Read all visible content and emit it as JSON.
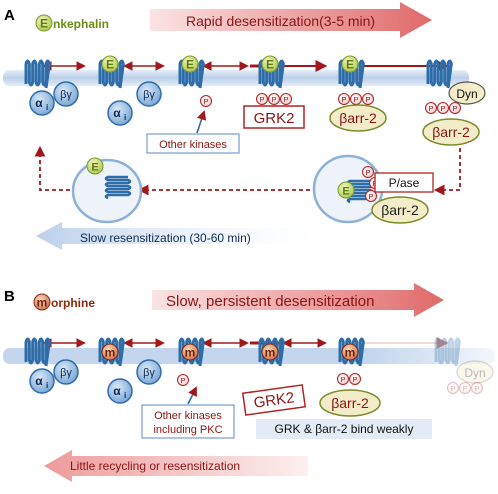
{
  "panelA": {
    "label": "A",
    "ligand_letter": "E",
    "ligand_text": "nkephalin",
    "arrow_rapid": "Rapid desensitization(3-5 min)",
    "arrow_slow": "Slow resensitization (30-60 min)",
    "other_kinases": "Other kinases",
    "grk2": "GRK2",
    "barr2": "βarr-2",
    "barr2_complex": "βarr-2",
    "barr2_endo": "βarr-2",
    "dyn": "Dyn",
    "pase": "P/ase",
    "p": "P",
    "gi": "α",
    "gi_sub": "i",
    "gbg": "βγ"
  },
  "panelB": {
    "label": "B",
    "ligand_letter": "m",
    "ligand_text": "orphine",
    "arrow_slow": "Slow, persistent desensitization",
    "arrow_little": "Little recycling or resensitization",
    "other_kinases_1": "Other kinases",
    "other_kinases_2": "including PKC",
    "grk2": "GRK2",
    "barr2": "βarr-2",
    "bind_weakly": "GRK & βarr-2 bind weakly",
    "dyn": "Dyn",
    "p": "P",
    "gi": "α",
    "gi_sub": "i",
    "gbg": "βγ"
  },
  "colors": {
    "membrane": "#c9daf0",
    "receptor": "#2f6da8",
    "arrow_red": "#a0181c",
    "ligand_green": "#9bbe3a",
    "morphine_brown": "#8a2a10",
    "grk_red": "#b22222",
    "barr_fill": "#f2ecc8",
    "barr_border": "#7c8a2a"
  }
}
